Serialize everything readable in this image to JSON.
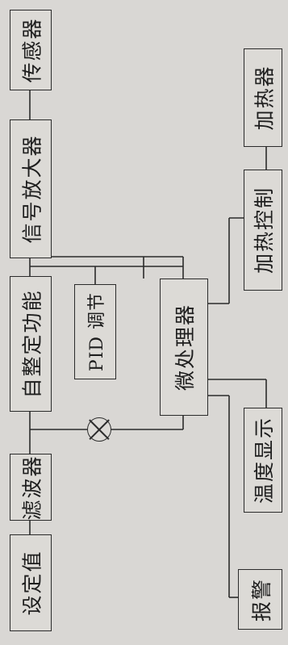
{
  "blocks": {
    "sensor": "传感器",
    "amplifier": "信号放大器",
    "self_tuning": "自整定功能",
    "filter": "滤波器",
    "setpoint": "设定值",
    "pid": "PID 调节",
    "microprocessor": "微处理器",
    "heater": "加热器",
    "heating_control": "加热控制",
    "temp_display": "温度显示",
    "alarm": "报警"
  },
  "icons": {
    "comparator": "summing-junction-icon"
  }
}
